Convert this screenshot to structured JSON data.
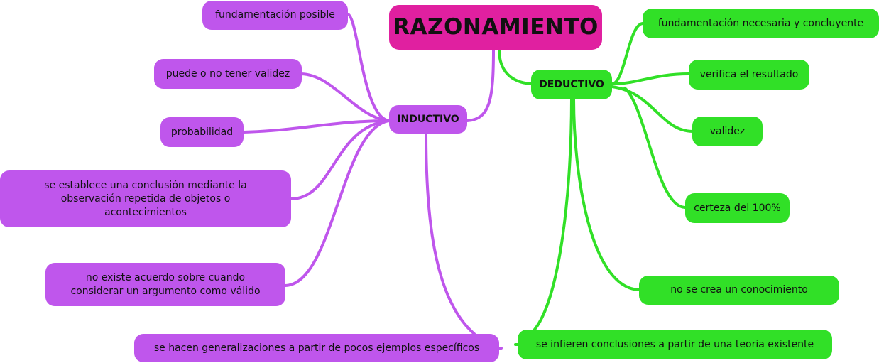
{
  "root": {
    "label": "RAZONAMIENTO",
    "color": "#e020a0"
  },
  "inductivo": {
    "label": "INDUCTIVO",
    "color": "#bf56ec",
    "children": [
      "fundamentación posible",
      "puede o no tener validez",
      "probabilidad",
      "se establece una conclusión mediante la observación repetida de objetos o acontecimientos",
      "no existe acuerdo sobre cuando considerar un argumento como válido",
      "se hacen generalizaciones a partir de pocos ejemplos específicos"
    ]
  },
  "deductivo": {
    "label": "DEDUCTIVO",
    "color": "#31e027",
    "children": [
      "fundamentación necesaria y concluyente",
      "verifica el resultado",
      "validez",
      "certeza del 100%",
      "no se crea un conocimiento",
      "se infieren conclusiones a partir de una teoria existente"
    ]
  }
}
